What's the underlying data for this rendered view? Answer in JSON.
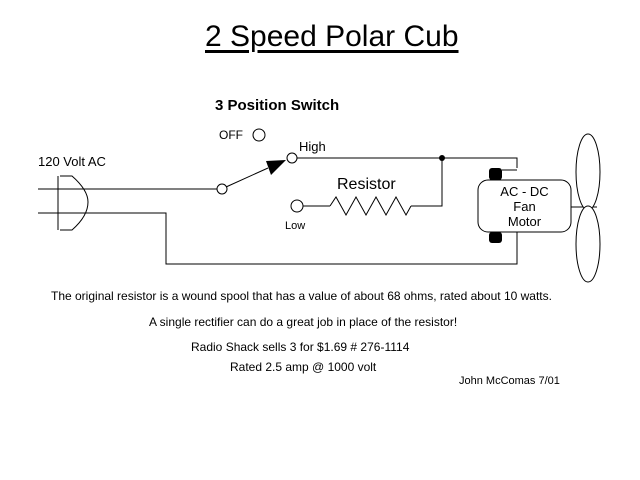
{
  "title": "2 Speed Polar Cub",
  "switch": {
    "heading": "3 Position Switch",
    "off_label": "OFF",
    "high_label": "High",
    "low_label": "Low"
  },
  "source_label": "120 Volt AC",
  "resistor_label": "Resistor",
  "motor": {
    "line1": "AC - DC",
    "line2": "Fan",
    "line3": "Motor"
  },
  "notes": {
    "line1": "The original resistor is a wound spool that has a value of about 68 ohms, rated about 10 watts.",
    "line2": "A single rectifier can do a great job in place of the resistor!",
    "line3": "Radio Shack sells 3 for $1.69 # 276-1114",
    "line4": "Rated 2.5 amp @ 1000 volt"
  },
  "author": "John McComas 7/01"
}
